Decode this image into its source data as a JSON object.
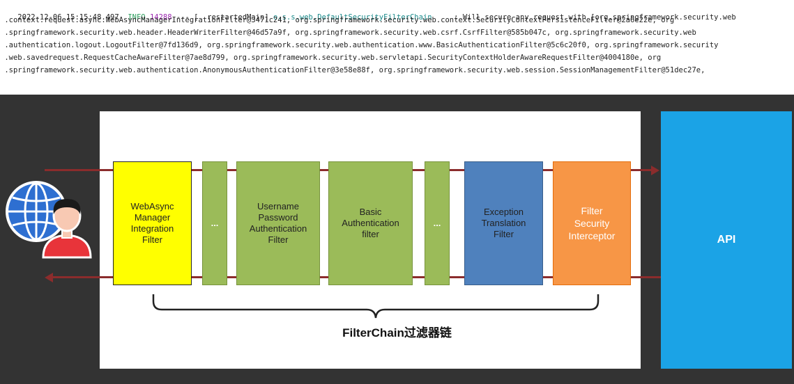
{
  "log": {
    "line1_prefix": "2022-12-06 15:15:48.497  ",
    "line1_level": "INFO",
    "line1_pid": " 14288",
    "line1_mid": " --- [  restartedMain] ",
    "line1_logger": "o.s.s.web.DefaultSecurityFilterChain",
    "line1_msg": "     : Will secure any request with [org.springframework.security.web",
    "line2": " .context.request.async.WebAsyncManagerIntegrationFilter@3471c241, org.springframework.security.web.context.SecurityContextPersistenceFilter@2a6e22e, org",
    "line3": " .springframework.security.web.header.HeaderWriterFilter@46d57a9f, org.springframework.security.web.csrf.CsrfFilter@585b047c, org.springframework.security.web",
    "line4": " .authentication.logout.LogoutFilter@7fd136d9, org.springframework.security.web.authentication.www.BasicAuthenticationFilter@5c6c20f0, org.springframework.security",
    "line5": " .web.savedrequest.RequestCacheAwareFilter@7ae8d799, org.springframework.security.web.servletapi.SecurityContextHolderAwareRequestFilter@4004180e, org",
    "line6": " .springframework.security.web.authentication.AnonymousAuthenticationFilter@3e58e88f, org.springframework.security.web.session.SessionManagementFilter@51dec27e,"
  },
  "diagram": {
    "filters": {
      "webasync": [
        "WebAsync",
        "Manager",
        "Integration",
        "Filter"
      ],
      "dots1": "...",
      "username": [
        "Username",
        "Password",
        "Authentication",
        "Filter"
      ],
      "basic": [
        "Basic",
        "Authentication",
        "filter"
      ],
      "dots2": "...",
      "exception": [
        "Exception",
        "Translation",
        "Filter"
      ],
      "interceptor": [
        "Filter",
        "Security",
        "Interceptor"
      ]
    },
    "api_label": "API",
    "caption": "FilterChain过滤器链"
  },
  "colors": {
    "background": "#333333",
    "api": "#1ba3e6",
    "yellow": "#ffff00",
    "green": "#9bbb59",
    "blue": "#4f81bd",
    "orange": "#f79646",
    "arrow": "#8b2c2c"
  },
  "icons": [
    "globe-icon",
    "user-icon"
  ]
}
